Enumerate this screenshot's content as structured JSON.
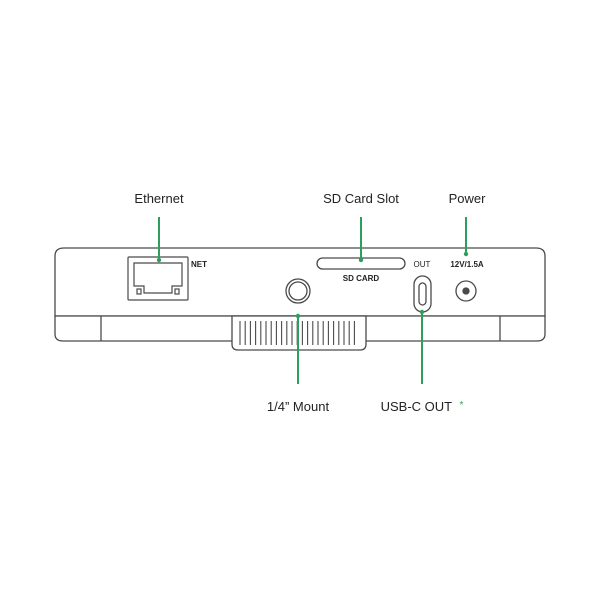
{
  "colors": {
    "accent": "#2e9e5e",
    "outline": "#4a4a4a",
    "body_fill": "#ffffff"
  },
  "callouts": {
    "ethernet": "Ethernet",
    "sd_card_slot": "SD Card Slot",
    "power": "Power",
    "mount": "1/4” Mount",
    "usbc_out": "USB-C OUT",
    "usbc_out_asterisk": "*"
  },
  "device_labels": {
    "net": "NET",
    "sd_card": "SD CARD",
    "out": "OUT",
    "power_rating": "12V/1.5A"
  }
}
